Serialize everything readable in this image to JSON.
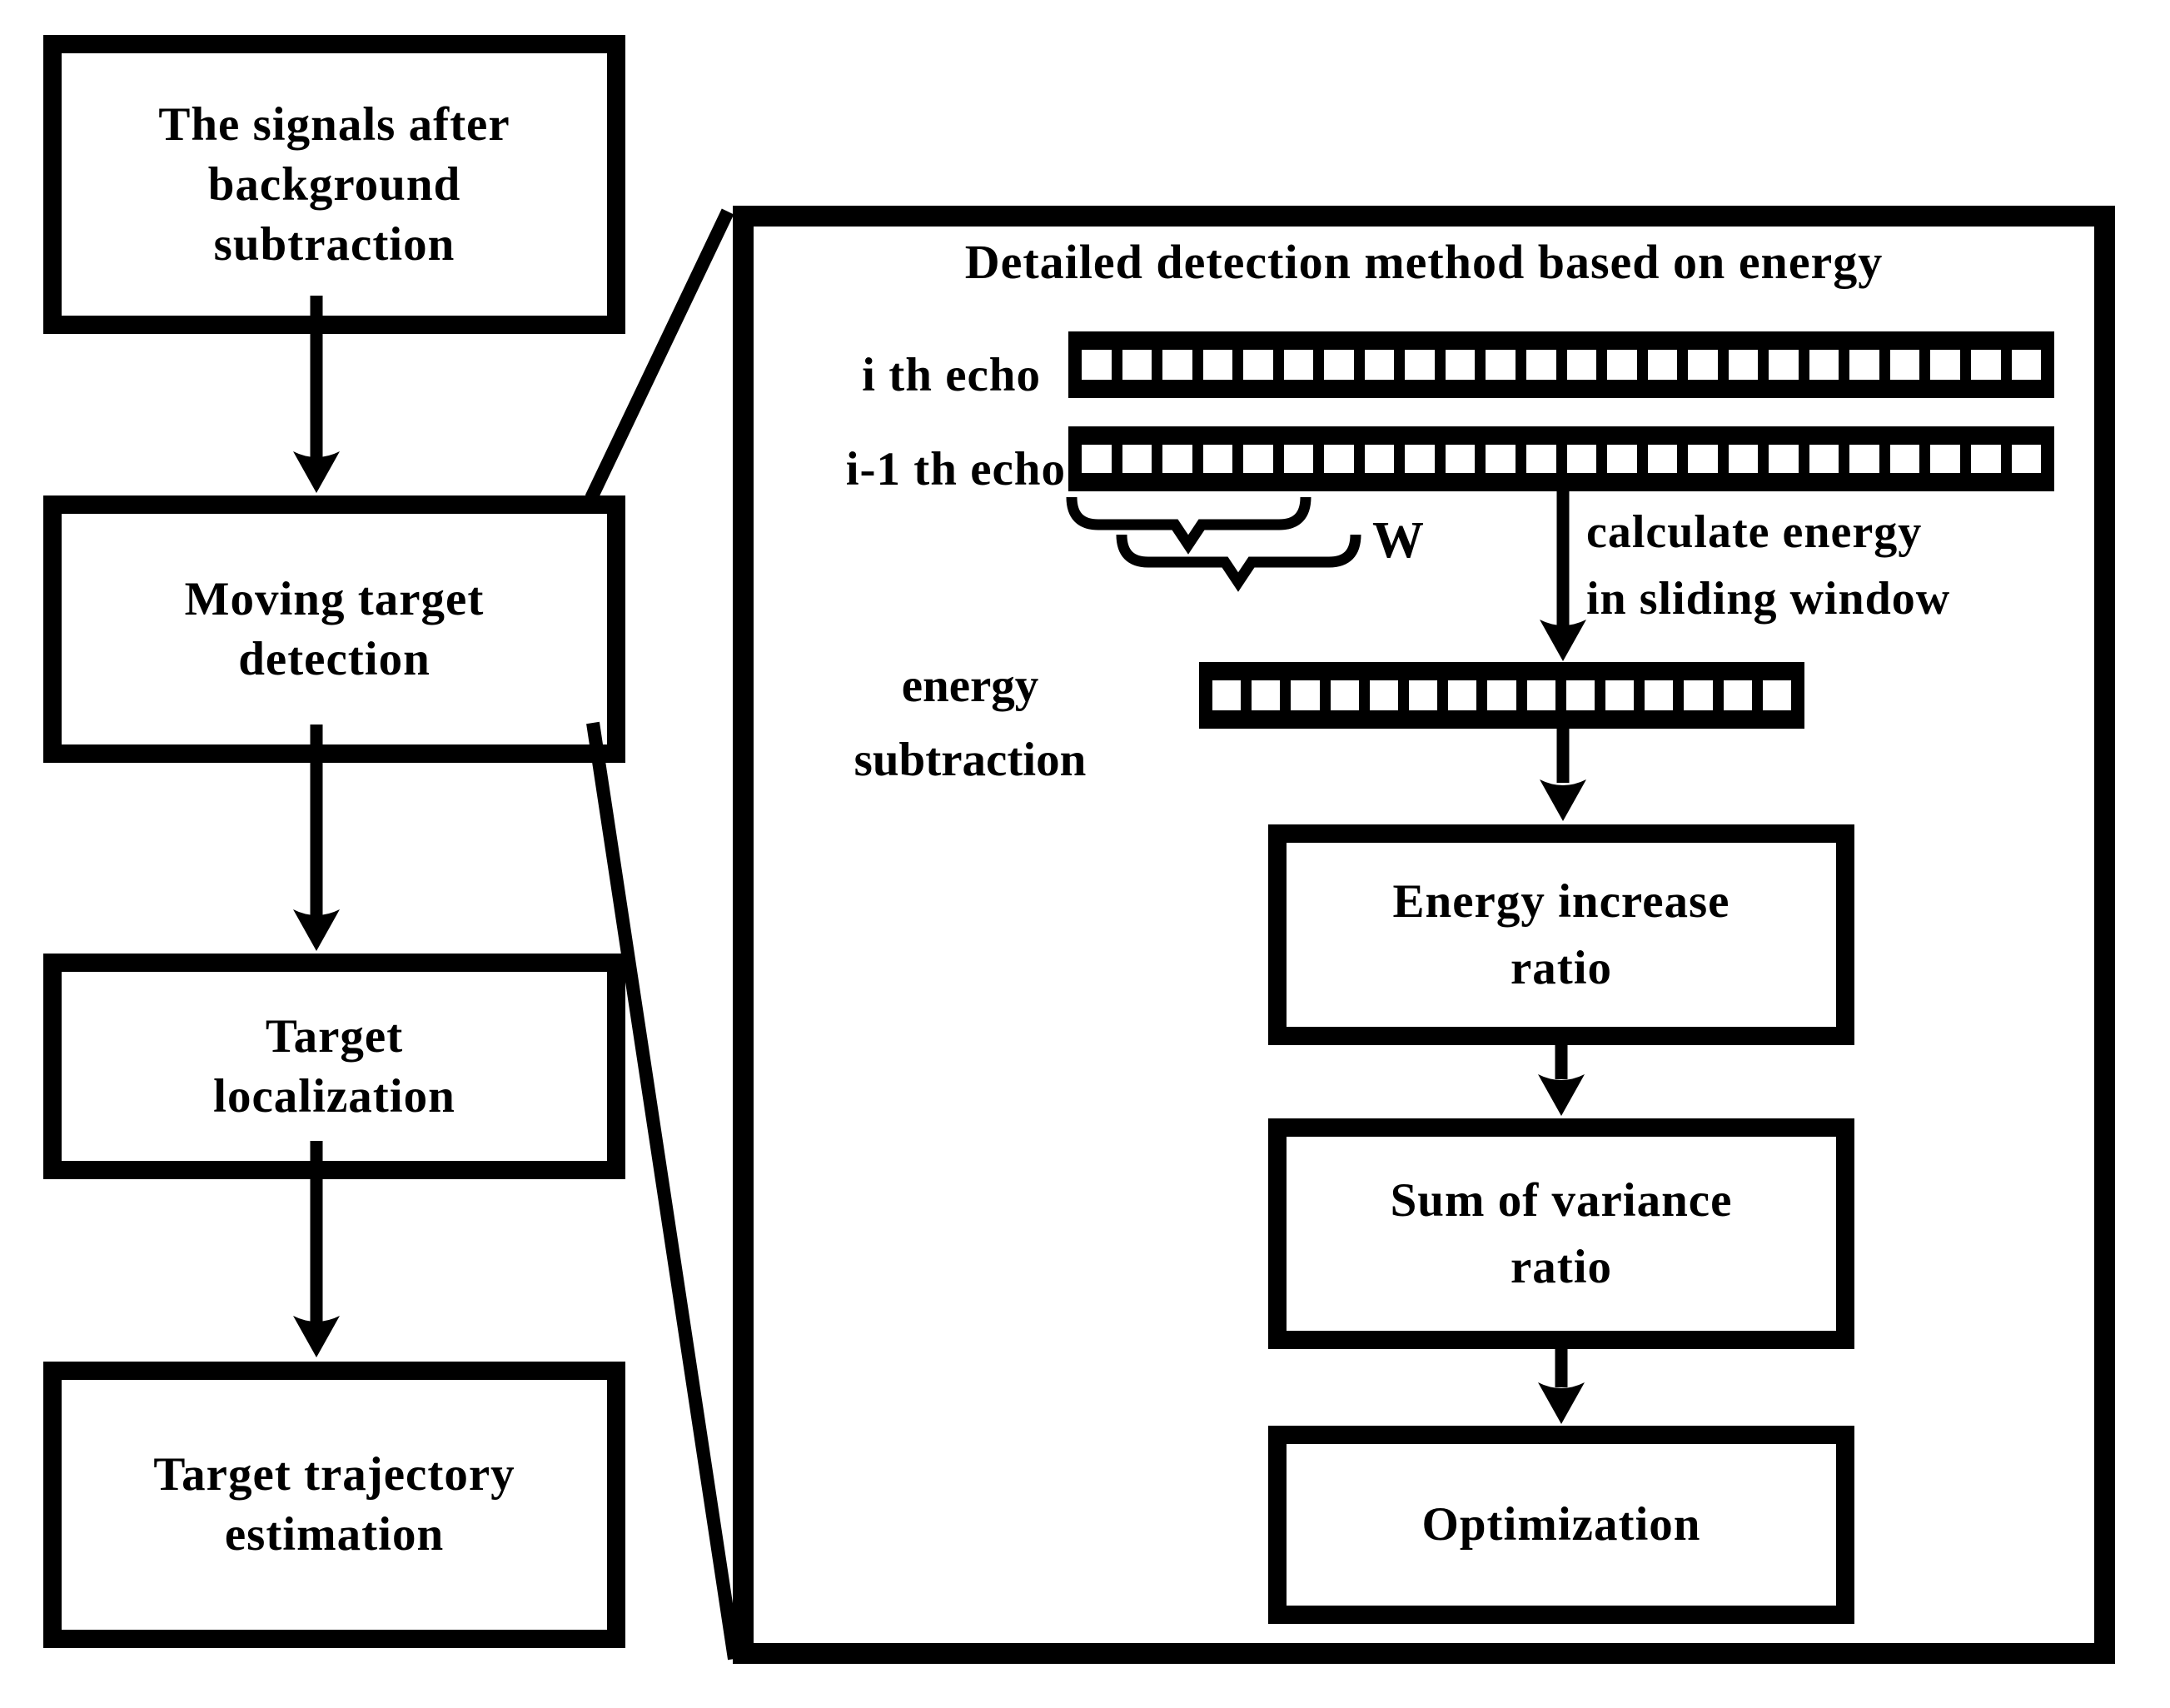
{
  "colors": {
    "ink": "#000000",
    "background": "#ffffff"
  },
  "left_flow": {
    "boxes": [
      {
        "lines": [
          "The signals after",
          "background",
          "subtraction"
        ]
      },
      {
        "lines": [
          "Moving target",
          "detection"
        ]
      },
      {
        "lines": [
          "Target",
          "localization"
        ]
      },
      {
        "lines": [
          "Target trajectory",
          "estimation"
        ]
      }
    ]
  },
  "detail_panel": {
    "title": "Detailed detection method based on energy",
    "echo_rows": [
      {
        "label": "i th echo",
        "cells": 24
      },
      {
        "label": "i-1 th echo",
        "cells": 24
      }
    ],
    "window_label": "W",
    "calculate_energy": {
      "line1": "calculate energy",
      "line2": "in sliding window"
    },
    "energy_subtraction": {
      "line1": "energy",
      "line2": "subtraction"
    },
    "result_bar": {
      "cells": 15
    },
    "process_boxes": [
      {
        "lines": [
          "Energy increase",
          "ratio"
        ]
      },
      {
        "lines": [
          "Sum of variance",
          "ratio"
        ]
      },
      {
        "lines": [
          "Optimization"
        ]
      }
    ]
  }
}
